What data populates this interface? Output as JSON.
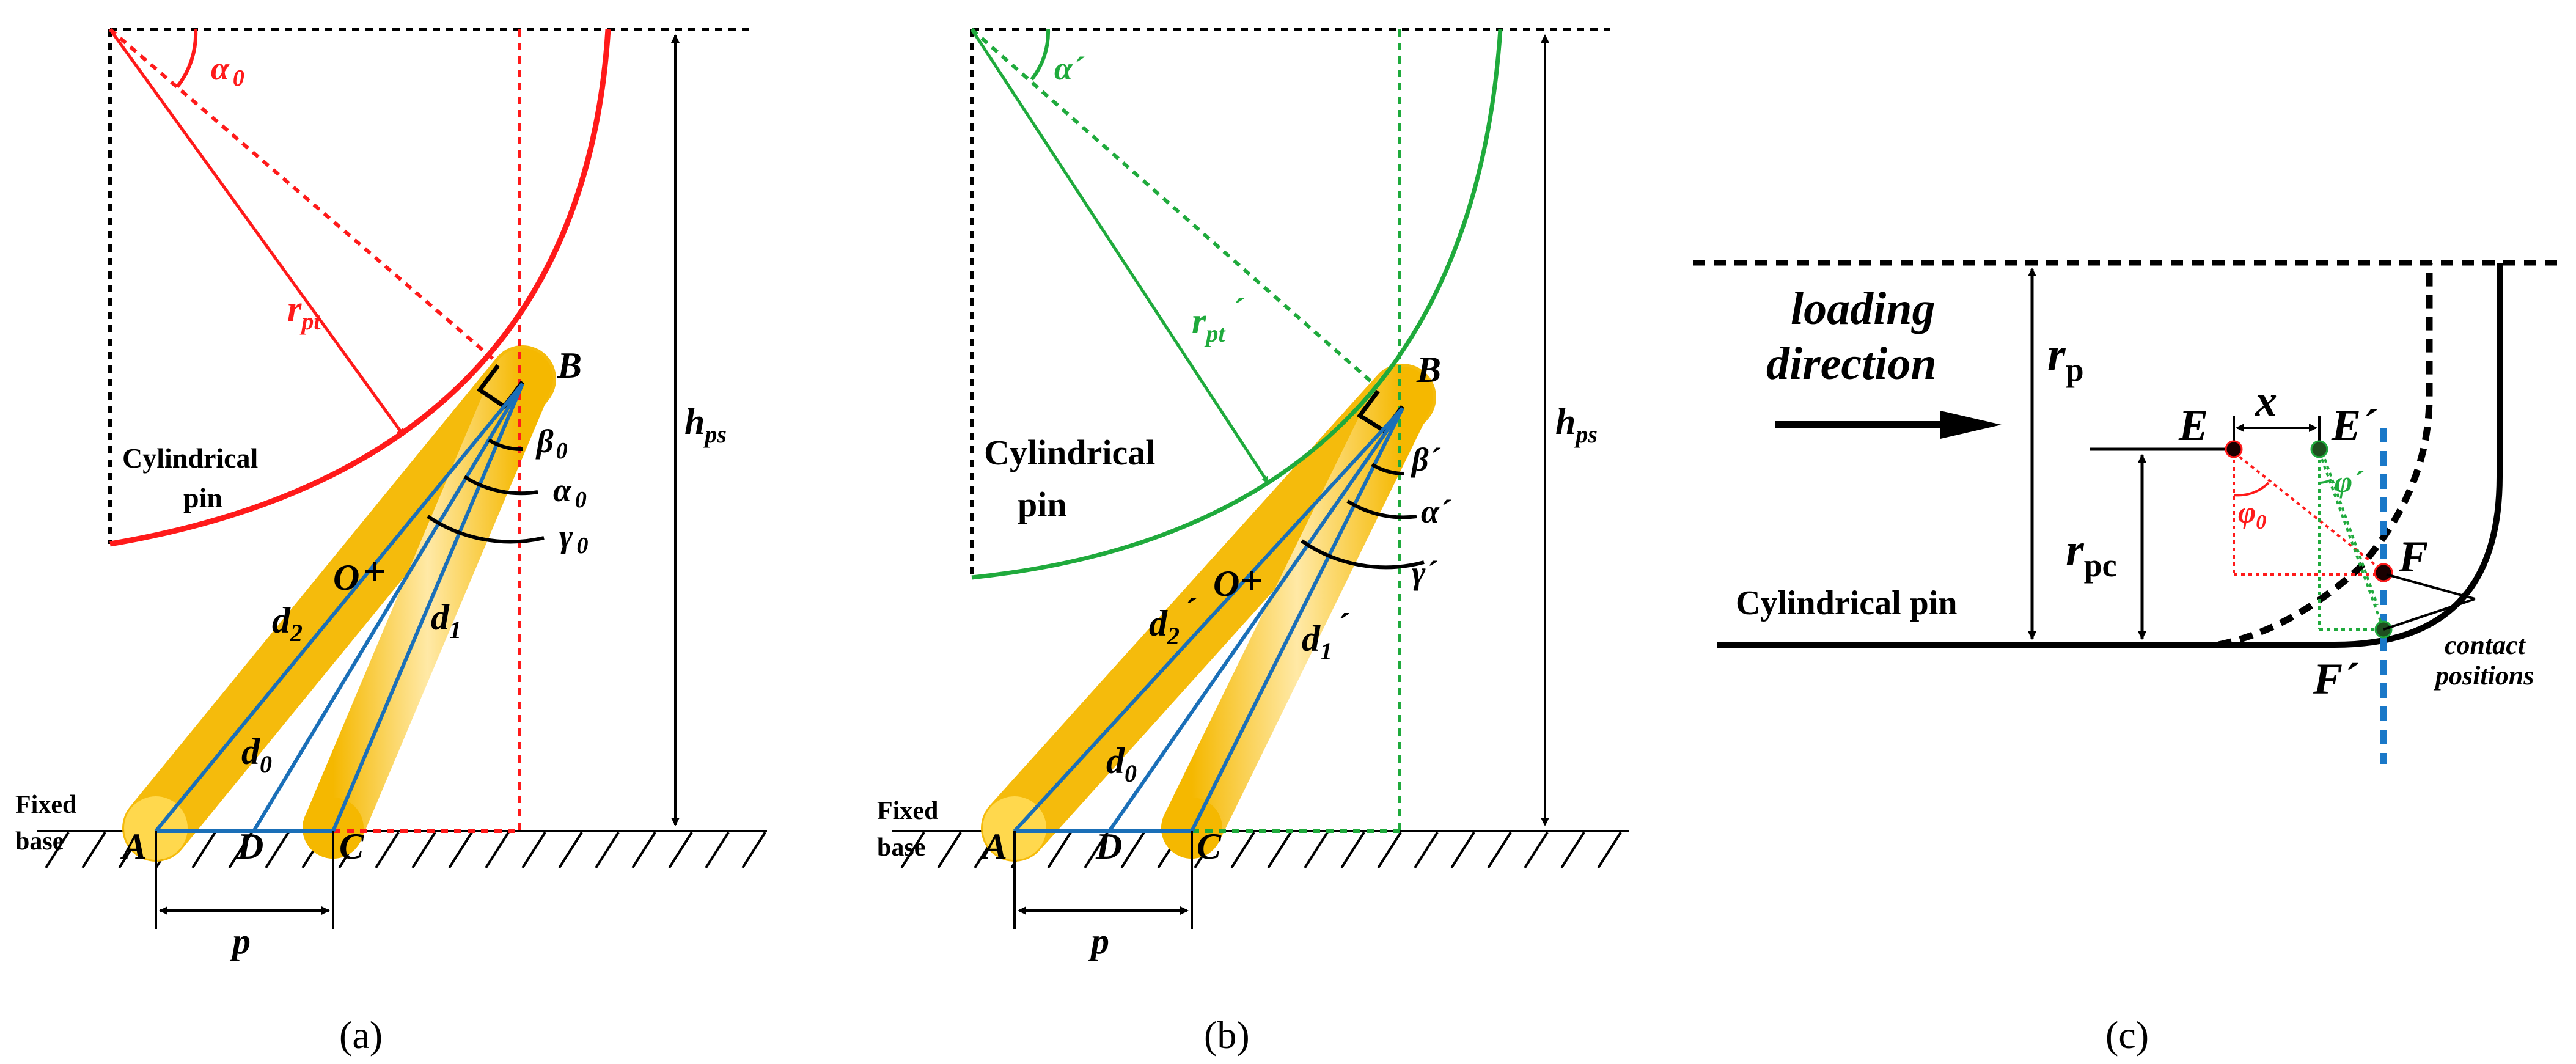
{
  "colors": {
    "red": "#ff1a1a",
    "green": "#1faa3c",
    "blue": "#1a6fb8",
    "gold": "#f5b800",
    "dash_blue": "#1a78c8",
    "black": "#000000"
  },
  "panel_a": {
    "caption": "(a)",
    "alpha_top": "α",
    "alpha_top_sub": "0",
    "r_label": "r",
    "r_sub": "pt",
    "r_prime": "",
    "pin_line1": "Cylindrical",
    "pin_line2": "pin",
    "B": "B",
    "beta": "β",
    "beta_sub": "0",
    "alpha": "α",
    "alpha_sub": "0",
    "gamma": "γ",
    "gamma_sub": "0",
    "d2": "d",
    "d2_sub": "2",
    "d1": "d",
    "d1_sub": "1",
    "O": "O",
    "d0": "d",
    "d0_sub": "0",
    "h": "h",
    "h_sub": "ps",
    "base_line1": "Fixed",
    "base_line2": "base",
    "A": "A",
    "D": "D",
    "C": "C",
    "p": "p"
  },
  "panel_b": {
    "caption": "(b)",
    "alpha_top": "α´",
    "r_label": "r",
    "r_sub": "pt",
    "r_prime": "´",
    "pin_line1": "Cylindrical",
    "pin_line2": "pin",
    "B": "B",
    "beta": "β´",
    "alpha": "α´",
    "gamma": "γ´",
    "d2": "d",
    "d2_sub": "2",
    "d2_prime": "´",
    "d1": "d",
    "d1_sub": "1",
    "d1_prime": "´",
    "O": "O",
    "d0": "d",
    "d0_sub": "0",
    "h": "h",
    "h_sub": "ps",
    "base_line1": "Fixed",
    "base_line2": "base",
    "A": "A",
    "D": "D",
    "C": "C",
    "p": "p"
  },
  "panel_c": {
    "caption": "(c)",
    "loading_line1": "loading",
    "loading_line2": "direction",
    "rp": "r",
    "rp_sub": "p",
    "rpc": "r",
    "rpc_sub": "pc",
    "x": "x",
    "E": "E",
    "E_prime": "E´",
    "F": "F",
    "F_prime": "F´",
    "phi0": "φ",
    "phi0_sub": "0",
    "phi_prime": "φ´",
    "pin_label": "Cylindrical pin",
    "contact_line1": "contact",
    "contact_line2": "positions"
  }
}
